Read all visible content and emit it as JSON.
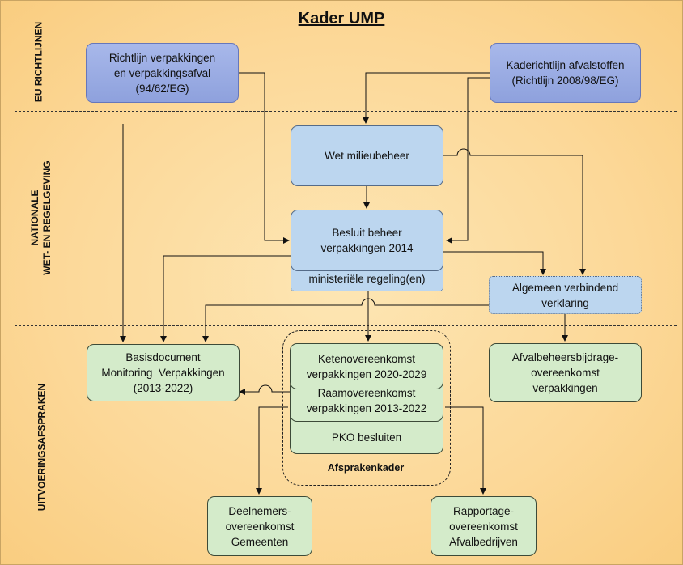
{
  "title": "Kader UMP",
  "bands": {
    "eu": "EU RICHTLIJNEN",
    "national_line1": "NATIONALE",
    "national_line2": "WET- EN REGELGEVING",
    "implementation": "UITVOERINGSAFSPRAKEN"
  },
  "nodes": {
    "richtlijn_verpakkingen": [
      "Richtlijn verpakkingen",
      "en verpakkingsafval",
      "(94/62/EG)"
    ],
    "kaderrichtlijn": [
      "Kaderichtlijn afvalstoffen",
      "(Richtlijn 2008/98/EG)"
    ],
    "wet_milieubeheer": [
      "Wet milieubeheer"
    ],
    "besluit": [
      "Besluit beheer",
      "verpakkingen 2014"
    ],
    "ministeriele": [
      "ministeriële regeling(en)"
    ],
    "avv": [
      "Algemeen verbindend",
      "verklaring"
    ],
    "basisdocument": [
      "Basisdocument",
      "Monitoring  Verpakkingen",
      "(2013-2022)"
    ],
    "ketenovereenkomst": [
      "Ketenovereenkomst",
      "verpakkingen 2020-2029"
    ],
    "raamovereenkomst": [
      "Raamovereenkomst",
      "verpakkingen 2013-2022"
    ],
    "pko": [
      "PKO besluiten"
    ],
    "afvalbeheersbijdrage": [
      "Afvalbeheersbijdrage-",
      "overeenkomst",
      "verpakkingen"
    ],
    "deelnemers": [
      "Deelnemers-",
      "overeenkomst",
      "Gemeenten"
    ],
    "rapportage": [
      "Rapportage-",
      "overeenkomst",
      "Afvalbedrijven"
    ]
  },
  "afsprakenkader_label": "Afsprakenkader"
}
